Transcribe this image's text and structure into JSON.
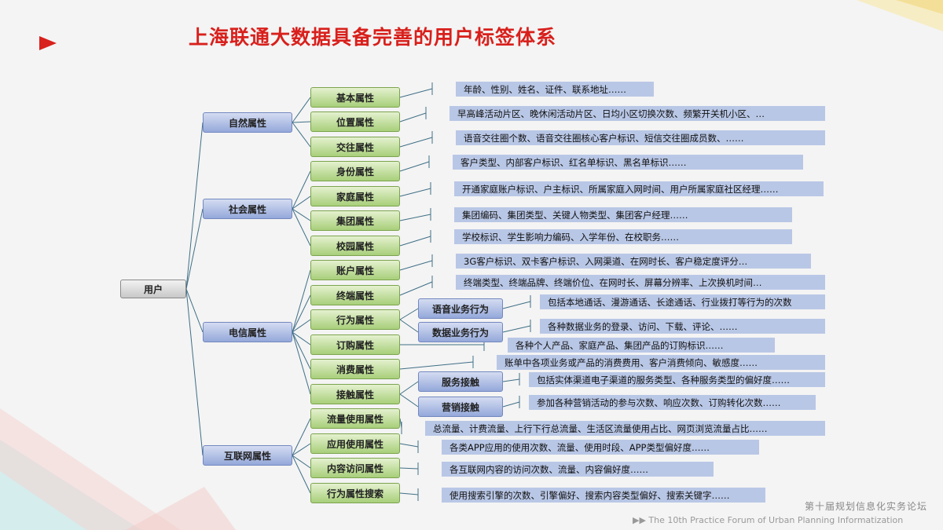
{
  "title": "上海联通大数据具备完善的用户标签体系",
  "root": "用户",
  "categories": [
    {
      "label": "自然属性",
      "attributes": [
        {
          "label": "基本属性",
          "desc": "年龄、性别、姓名、证件、联系地址……"
        },
        {
          "label": "位置属性",
          "desc": "早高峰活动片区、晚休闲活动片区、日均小区切换次数、频繁开关机小区、…"
        },
        {
          "label": "交往属性",
          "desc": "语音交往圈个数、语音交往圈核心客户标识、短信交往圈成员数、……"
        }
      ]
    },
    {
      "label": "社会属性",
      "attributes": [
        {
          "label": "身份属性",
          "desc": "客户类型、内部客户标识、红名单标识、黑名单标识……"
        },
        {
          "label": "家庭属性",
          "desc": "开通家庭账户标识、户主标识、所属家庭入网时间、用户所属家庭社区经理……"
        },
        {
          "label": "集团属性",
          "desc": "集团编码、集团类型、关键人物类型、集团客户经理……"
        },
        {
          "label": "校园属性",
          "desc": "学校标识、学生影响力编码、入学年份、在校职务……"
        }
      ]
    },
    {
      "label": "电信属性",
      "attributes": [
        {
          "label": "账户属性",
          "desc": "3G客户标识、双卡客户标识、入网渠道、在网时长、客户稳定度评分…"
        },
        {
          "label": "终端属性",
          "desc": "终端类型、终端品牌、终端价位、在网时长、屏幕分辨率、上次换机时间…"
        },
        {
          "label": "行为属性",
          "subs": [
            {
              "label": "语音业务行为",
              "desc": "包括本地通话、漫游通话、长途通话、行业拨打等行为的次数"
            },
            {
              "label": "数据业务行为",
              "desc": "各种数据业务的登录、访问、下载、评论、……"
            }
          ]
        },
        {
          "label": "订购属性",
          "desc": "各种个人产品、家庭产品、集团产品的订购标识……"
        },
        {
          "label": "消费属性",
          "desc": "账单中各项业务或产品的消费费用、客户消费倾向、敏感度……"
        },
        {
          "label": "接触属性",
          "subs": [
            {
              "label": "服务接触",
              "desc": "包括实体渠道电子渠道的服务类型、各种服务类型的偏好度……"
            },
            {
              "label": "营销接触",
              "desc": "参加各种营销活动的参与次数、响应次数、订购转化次数……"
            }
          ]
        }
      ]
    },
    {
      "label": "互联网属性",
      "attributes": [
        {
          "label": "流量使用属性",
          "desc": "总流量、计费流量、上行下行总流量、生活区流量使用占比、网页浏览流量占比……"
        },
        {
          "label": "应用使用属性",
          "desc": "各类APP应用的使用次数、流量、使用时段、APP类型偏好度……"
        },
        {
          "label": "内容访问属性",
          "desc": "各互联网内容的访问次数、流量、内容偏好度……"
        },
        {
          "label": "行为属性搜索",
          "desc": "使用搜索引擎的次数、引擎偏好、搜索内容类型偏好、搜索关键字……"
        }
      ]
    }
  ],
  "footer": {
    "cn": "第十届规划信息化实务论坛",
    "en": "▶▶  The 10th Practice Forum of  Urban Planning Informatization"
  },
  "colors": {
    "title": "#d8201c",
    "line": "#3f6f86",
    "desc_bg": "#b9c7e6"
  }
}
